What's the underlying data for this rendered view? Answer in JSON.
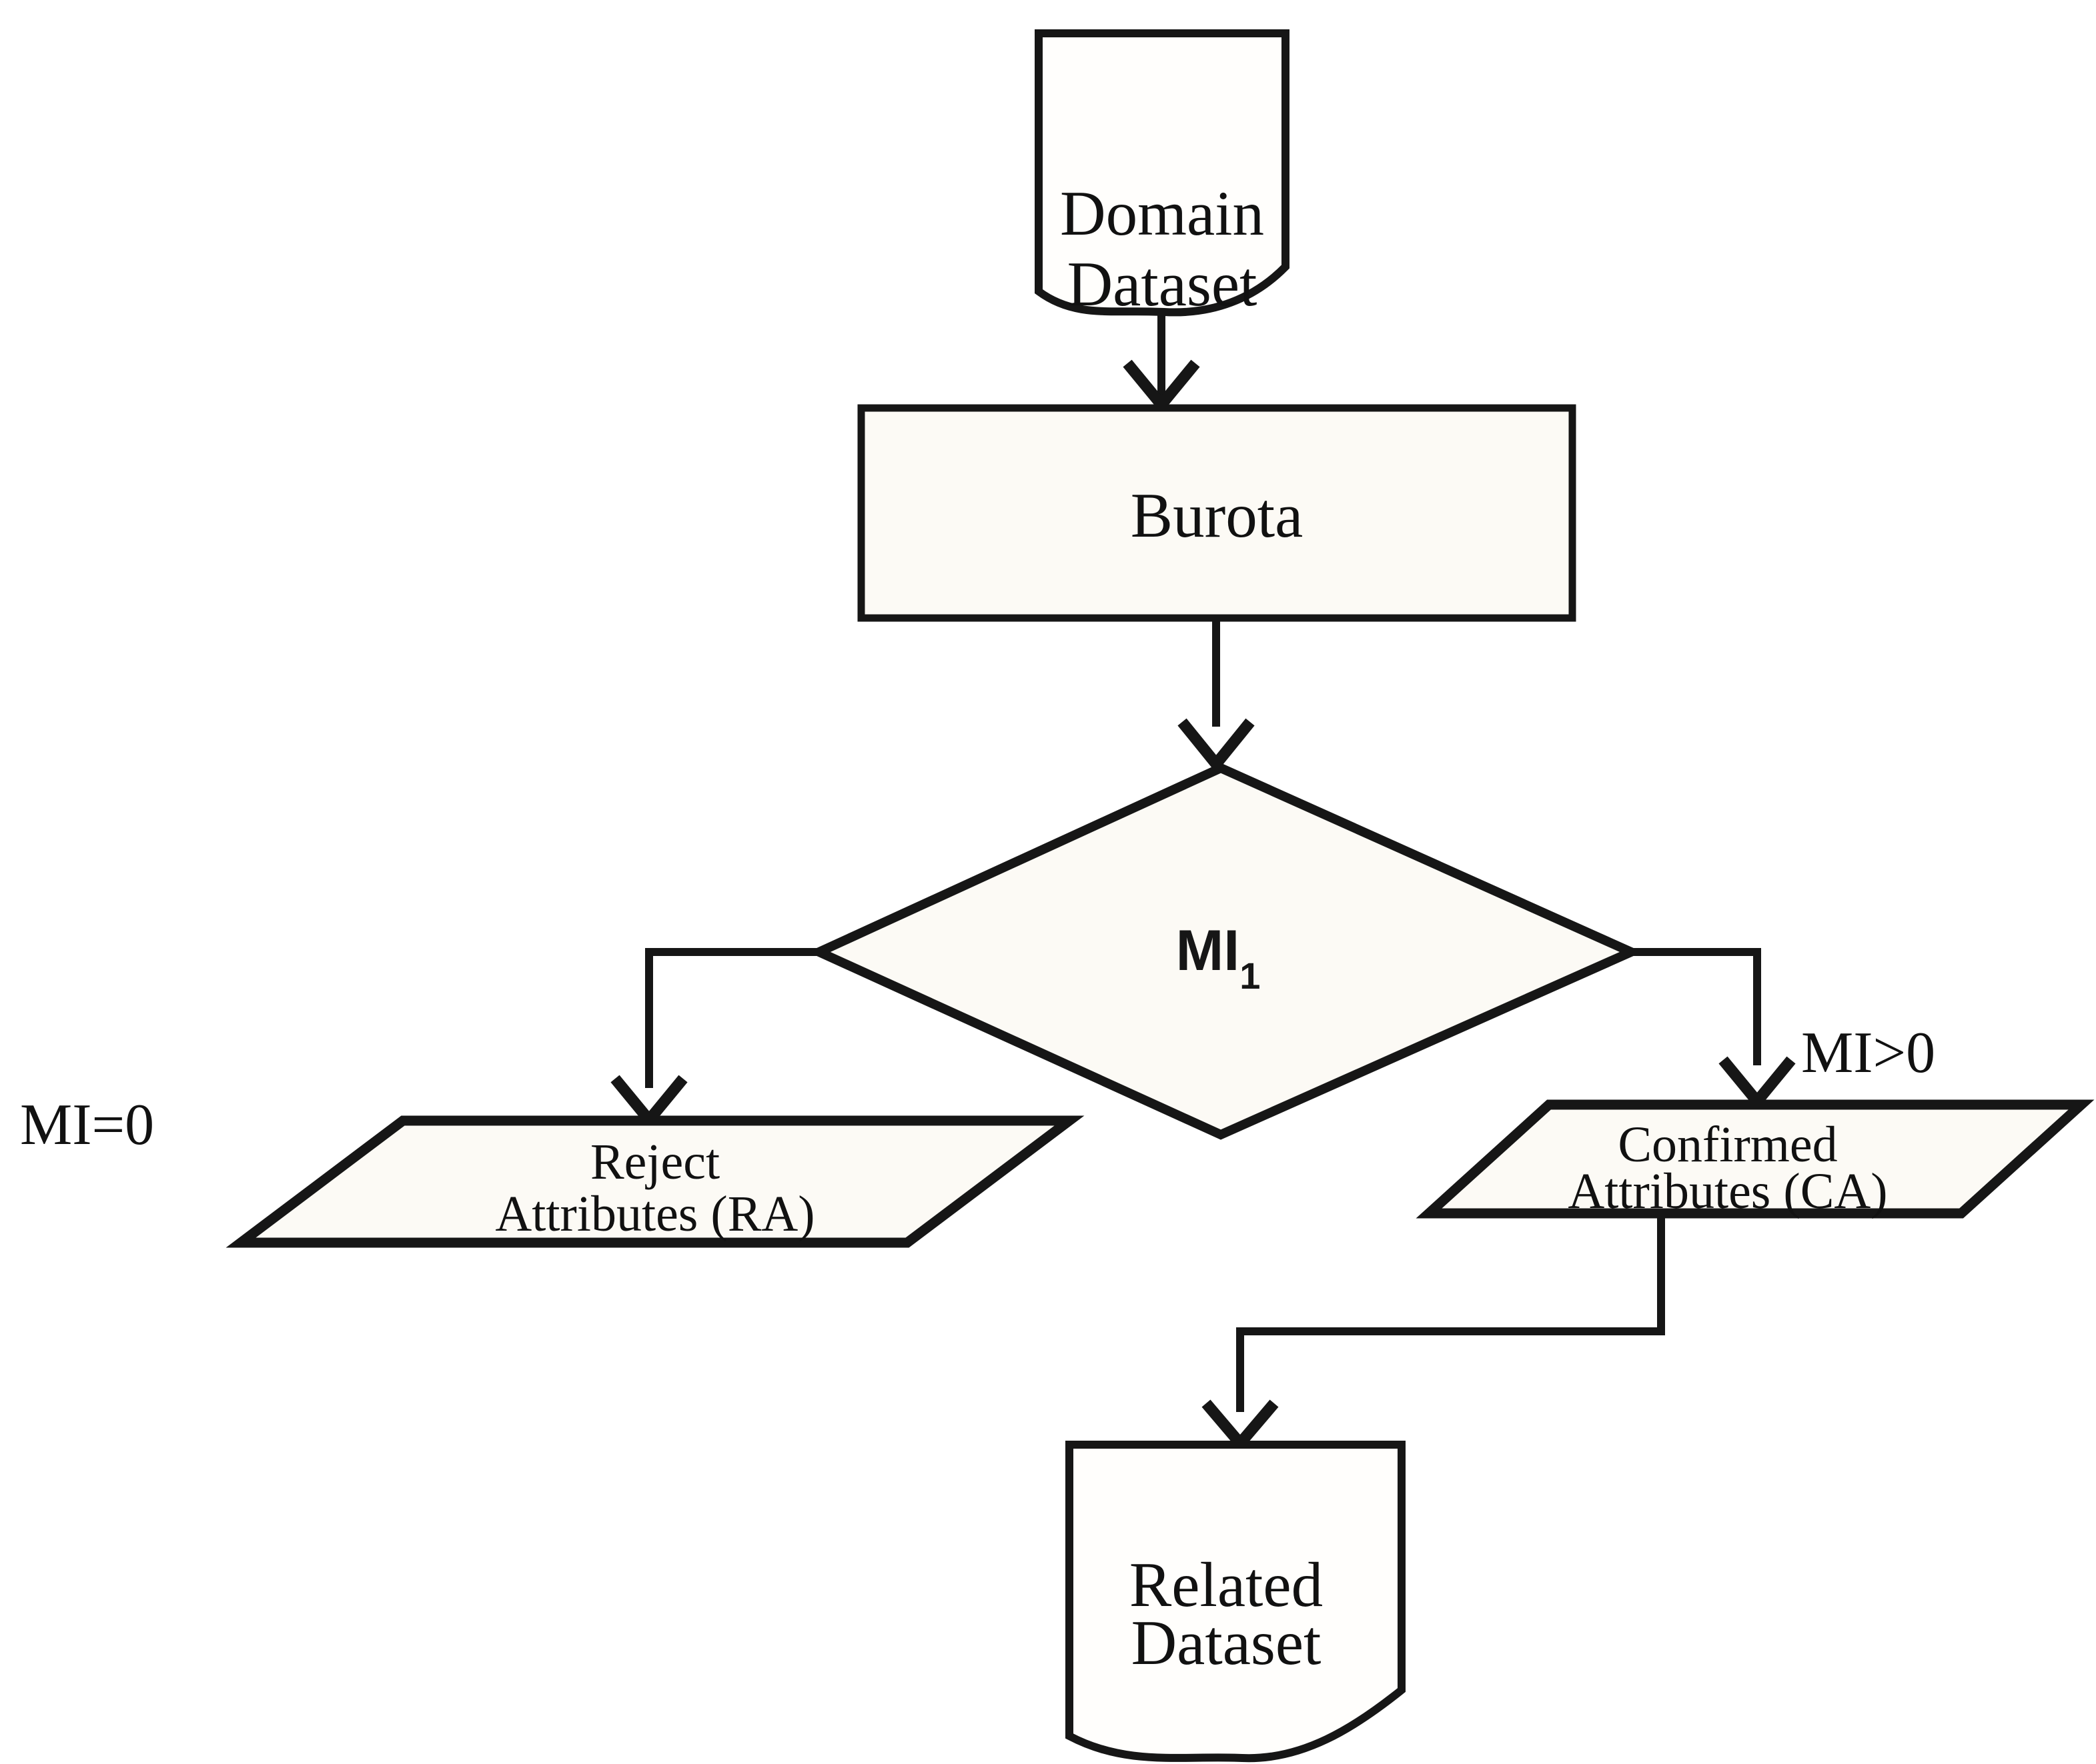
{
  "diagram_type": "flowchart",
  "nodes": {
    "domain_dataset": {
      "type": "document",
      "lines": [
        "Domain",
        "Dataset"
      ]
    },
    "burota": {
      "type": "process",
      "label": "Burota"
    },
    "mi_decision": {
      "type": "decision",
      "label": "MI",
      "subscript": "1"
    },
    "reject_attributes": {
      "type": "data-parallelogram",
      "lines": [
        "Reject",
        "Attributes (RA)"
      ]
    },
    "confirmed_attributes": {
      "type": "data-parallelogram",
      "lines": [
        "Confirmed",
        "Attributes (CA)"
      ]
    },
    "related_dataset": {
      "type": "document",
      "lines": [
        "Related",
        "Dataset"
      ]
    }
  },
  "edges": [
    {
      "from": "domain_dataset",
      "to": "burota",
      "label": ""
    },
    {
      "from": "burota",
      "to": "mi_decision",
      "label": ""
    },
    {
      "from": "mi_decision",
      "to": "reject_attributes",
      "label": "MI=0"
    },
    {
      "from": "mi_decision",
      "to": "confirmed_attributes",
      "label": "MI>0"
    },
    {
      "from": "confirmed_attributes",
      "to": "related_dataset",
      "label": ""
    }
  ],
  "colors": {
    "background": "#ffffff",
    "stroke": "#161616",
    "shape_fill": "#fcfaf5",
    "document_fill": "#fffefc",
    "text": "#111111"
  }
}
